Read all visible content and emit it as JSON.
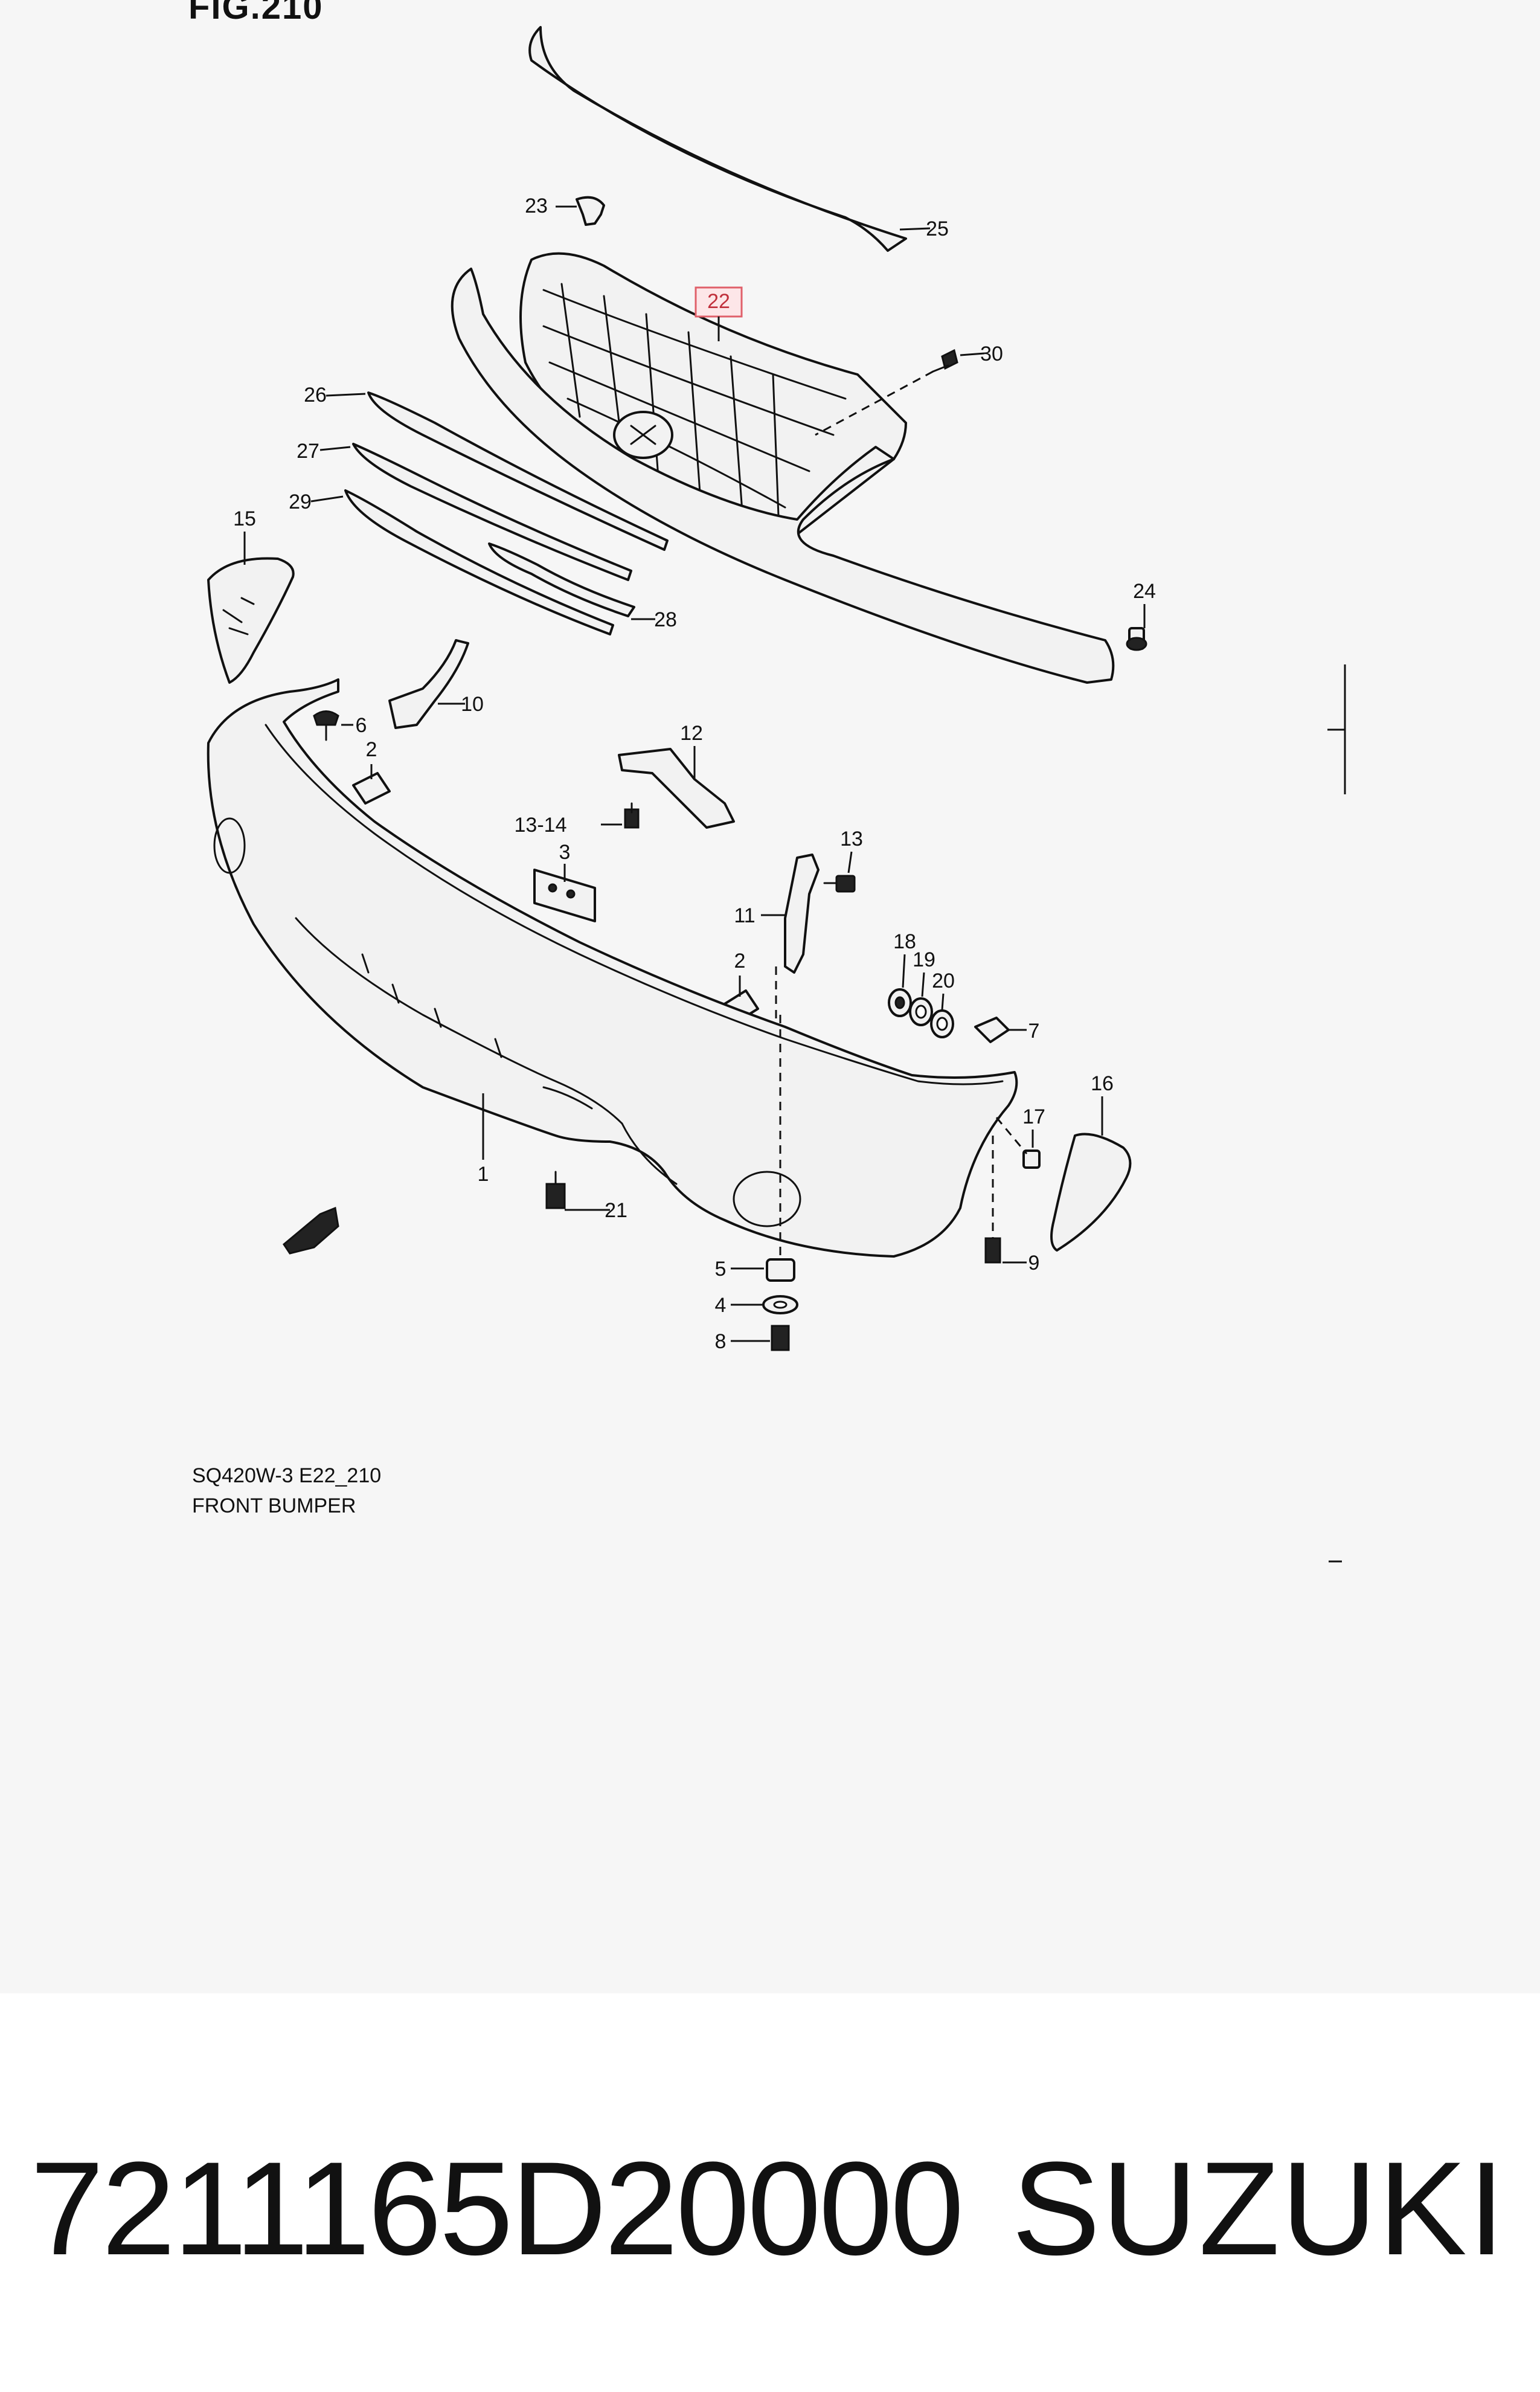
{
  "figure": {
    "title": "FIG.210",
    "code": "SQ420W-3 E22_210",
    "name": "FRONT BUMPER"
  },
  "callouts": [
    "1",
    "2",
    "2",
    "3",
    "4",
    "5",
    "6",
    "7",
    "8",
    "9",
    "10",
    "11",
    "12",
    "13",
    "13-14",
    "15",
    "16",
    "17",
    "18",
    "19",
    "20",
    "21",
    "22",
    "23",
    "24",
    "25",
    "26",
    "27",
    "28",
    "29",
    "30"
  ],
  "highlighted_callout": "22",
  "colors": {
    "highlight_fill": "#fde6e8",
    "highlight_stroke": "#e0606a",
    "panel_bg": "#f6f6f6"
  },
  "footer": {
    "part_number": "7211165D20000",
    "brand": "SUZUKI"
  }
}
